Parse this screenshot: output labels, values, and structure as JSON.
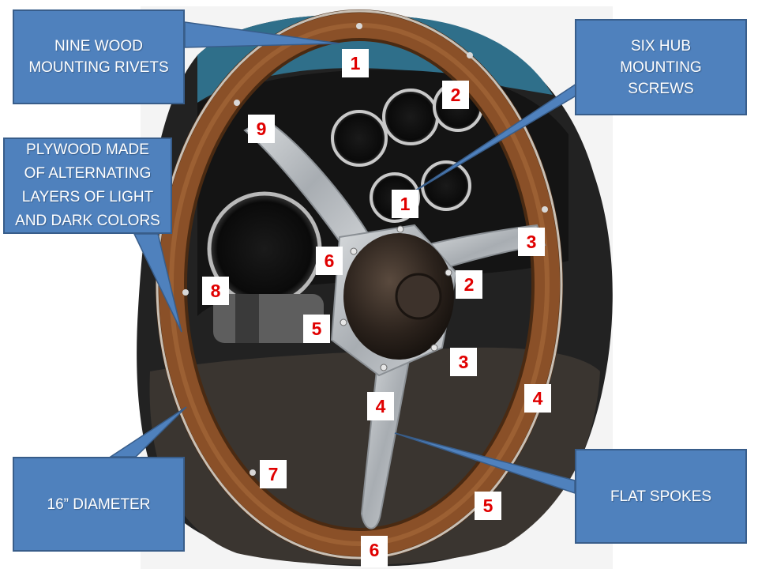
{
  "callouts": {
    "rivets": "NINE WOOD\nMOUNTING RIVETS",
    "screws": "SIX HUB\nMOUNTING\nSCREWS",
    "plywood": "PLYWOOD MADE\nOF ALTERNATING\nLAYERS OF LIGHT\nAND DARK COLORS",
    "diameter": "16” DIAMETER",
    "spokes": "FLAT SPOKES"
  },
  "rivet_numbers": [
    "1",
    "2",
    "3",
    "4",
    "5",
    "6",
    "7",
    "8",
    "9"
  ],
  "screw_numbers": [
    "1",
    "2",
    "3",
    "4",
    "5",
    "6"
  ],
  "colors": {
    "callout_fill": "#4f81bd",
    "callout_border": "#385d8a",
    "number_text": "#e00000",
    "wood_rim": "#7a4520",
    "spoke_metal": "#b8bcc0",
    "dashboard": "#141414",
    "blue_cowl": "#2f6f8a"
  }
}
